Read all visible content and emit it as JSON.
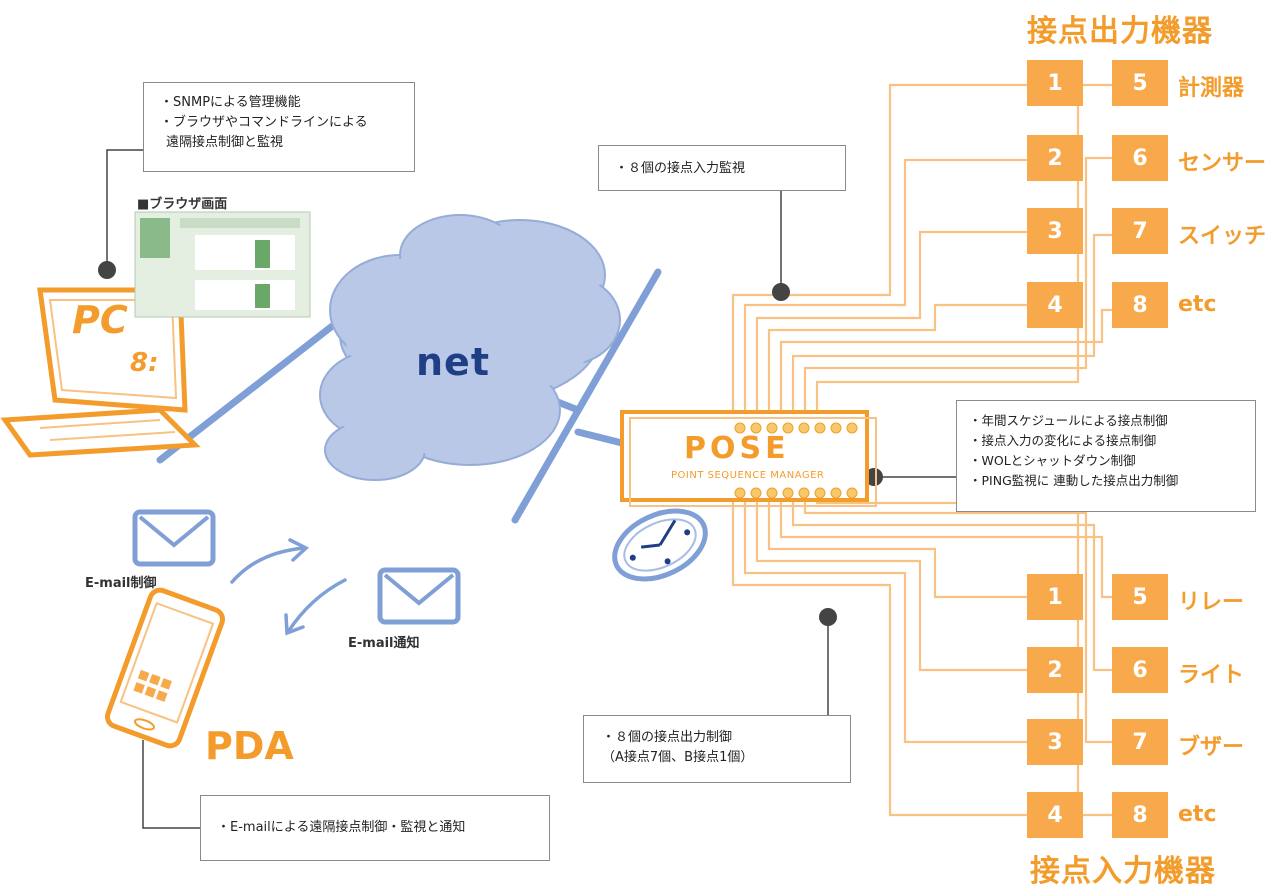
{
  "titles": {
    "output_group": "接点出力機器",
    "input_group": "接点入力機器"
  },
  "cloud_label": "net",
  "pose": {
    "logo": "POSE",
    "subtitle": "POINT SEQUENCE MANAGER"
  },
  "pc": {
    "label": "PC",
    "screen_glyph": "8:",
    "info_lines": [
      "・SNMPによる管理機能",
      "・ブラウザやコマンドラインによる",
      "遠隔接点制御と監視"
    ],
    "browser_caption": "■ブラウザ画面"
  },
  "pda": {
    "label": "PDA",
    "info": "・E-mailによる遠隔接点制御・監視と通知"
  },
  "email": {
    "control_label": "E-mail制御",
    "notify_label": "E-mail通知"
  },
  "input_monitor_box": "・８個の接点入力監視",
  "output_control_box": [
    "・８個の接点出力制御",
    "（A接点7個、B接点1個）"
  ],
  "features_box": [
    "・年間スケジュールによる接点制御",
    "・接点入力の変化による接点制御",
    "・WOLとシャットダウン制御",
    "・PING監視に 連動した接点出力制御"
  ],
  "output_devices": [
    {
      "left": "1",
      "right": "5",
      "label": "計測器"
    },
    {
      "left": "2",
      "right": "6",
      "label": "センサー"
    },
    {
      "left": "3",
      "right": "7",
      "label": "スイッチ"
    },
    {
      "left": "4",
      "right": "8",
      "label": "etc"
    }
  ],
  "input_devices": [
    {
      "left": "1",
      "right": "5",
      "label": "リレー"
    },
    {
      "left": "2",
      "right": "6",
      "label": "ライト"
    },
    {
      "left": "3",
      "right": "7",
      "label": "ブザー"
    },
    {
      "left": "4",
      "right": "8",
      "label": "etc"
    }
  ],
  "colors": {
    "orange": "#f39c2c",
    "orange_light": "#f7a94b",
    "blue": "#7f9fd6",
    "navy": "#1f3e86",
    "cloud": "#b9c8e6"
  }
}
